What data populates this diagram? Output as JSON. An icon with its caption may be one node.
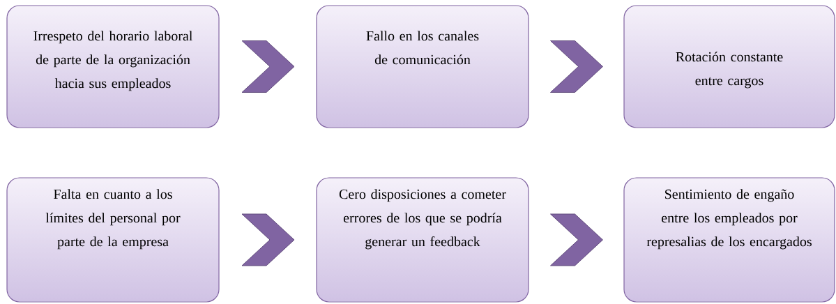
{
  "diagram": {
    "nodes": [
      {
        "text": [
          "Irrespeto del horario laboral de parte de la organización hacia sus empleados"
        ]
      },
      {
        "text": [
          "Fallo en los canales de comunicación"
        ]
      },
      {
        "text": [
          "Rotación constante entre cargos"
        ]
      },
      {
        "text": [
          "Falta en cuanto a los límites del personal por parte de la empresa"
        ]
      },
      {
        "text": [
          "Cero disposiciones a cometer errores de los que se podría generar un feedback"
        ]
      },
      {
        "text": [
          "Sentimiento de engaño entre los empleados por represalias de los encargados"
        ]
      }
    ],
    "edges": [
      {
        "from": 0,
        "to": 1,
        "arrow": "to"
      },
      {
        "from": 1,
        "to": 2,
        "arrow": "to"
      },
      {
        "from": 3,
        "to": 4,
        "arrow": "to"
      },
      {
        "from": 4,
        "to": 5,
        "arrow": "to"
      }
    ]
  }
}
